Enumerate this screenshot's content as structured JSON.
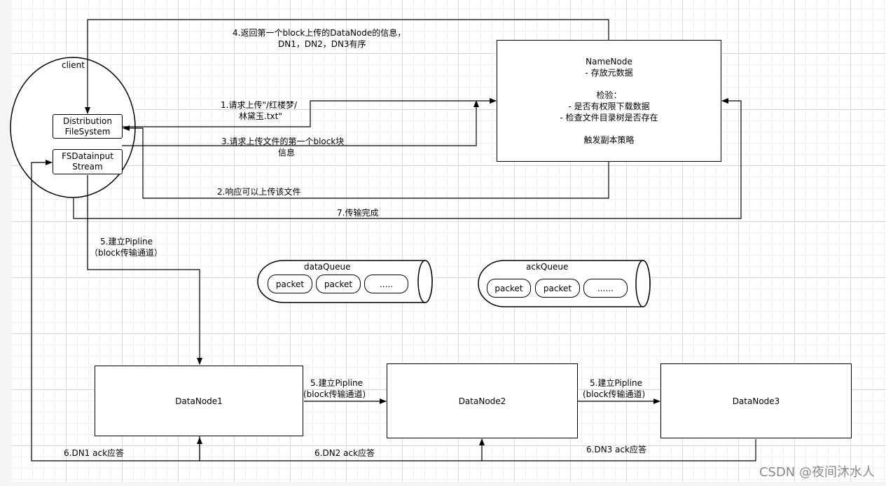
{
  "nodes": {
    "client": "client",
    "dfs_line1": "Distribution",
    "dfs_line2": "FileSystem",
    "fsd_line1": "FSDatainput",
    "fsd_line2": "Stream",
    "namenode_lines": [
      "NameNode",
      "- 存放元数据",
      "",
      "检验：",
      "- 是否有权限下载数据",
      "- 检查文件目录树是否存在",
      "",
      "触发副本策略"
    ],
    "datanode1": "DataNode1",
    "datanode2": "DataNode2",
    "datanode3": "DataNode3"
  },
  "queues": {
    "data_queue": {
      "label": "dataQueue",
      "items": [
        "packet",
        "packet",
        "....."
      ]
    },
    "ack_queue": {
      "label": "ackQueue",
      "items": [
        "packet",
        "packet",
        "......"
      ]
    }
  },
  "labels": {
    "step4_line1": "4.返回第一个block上传的DataNode的信息，",
    "step4_line2": "DN1，DN2，DN3有序",
    "step1_line1": "1.请求上传\"/红楼梦/",
    "step1_line2": "林黛玉.txt\"",
    "step3_line1": "3.请求上传文件的第一个block块",
    "step3_line2": "信息",
    "step2": "2.响应可以上传该文件",
    "step7": "7.传输完成",
    "step5a_line1": "5.建立Pipline",
    "step5a_line2": "（block传输通道）",
    "step5b_line1": "5.建立Pipline",
    "step5b_line2": "(block传输通道)",
    "step5c_line1": "5.建立Pipline",
    "step5c_line2": "(block传输通道)",
    "step6_dn1": "6.DN1 ack应答",
    "step6_dn2": "6.DN2 ack应答",
    "step6_dn3": "6.DN3 ack应答"
  },
  "watermark": "CSDN @夜间沐水人"
}
